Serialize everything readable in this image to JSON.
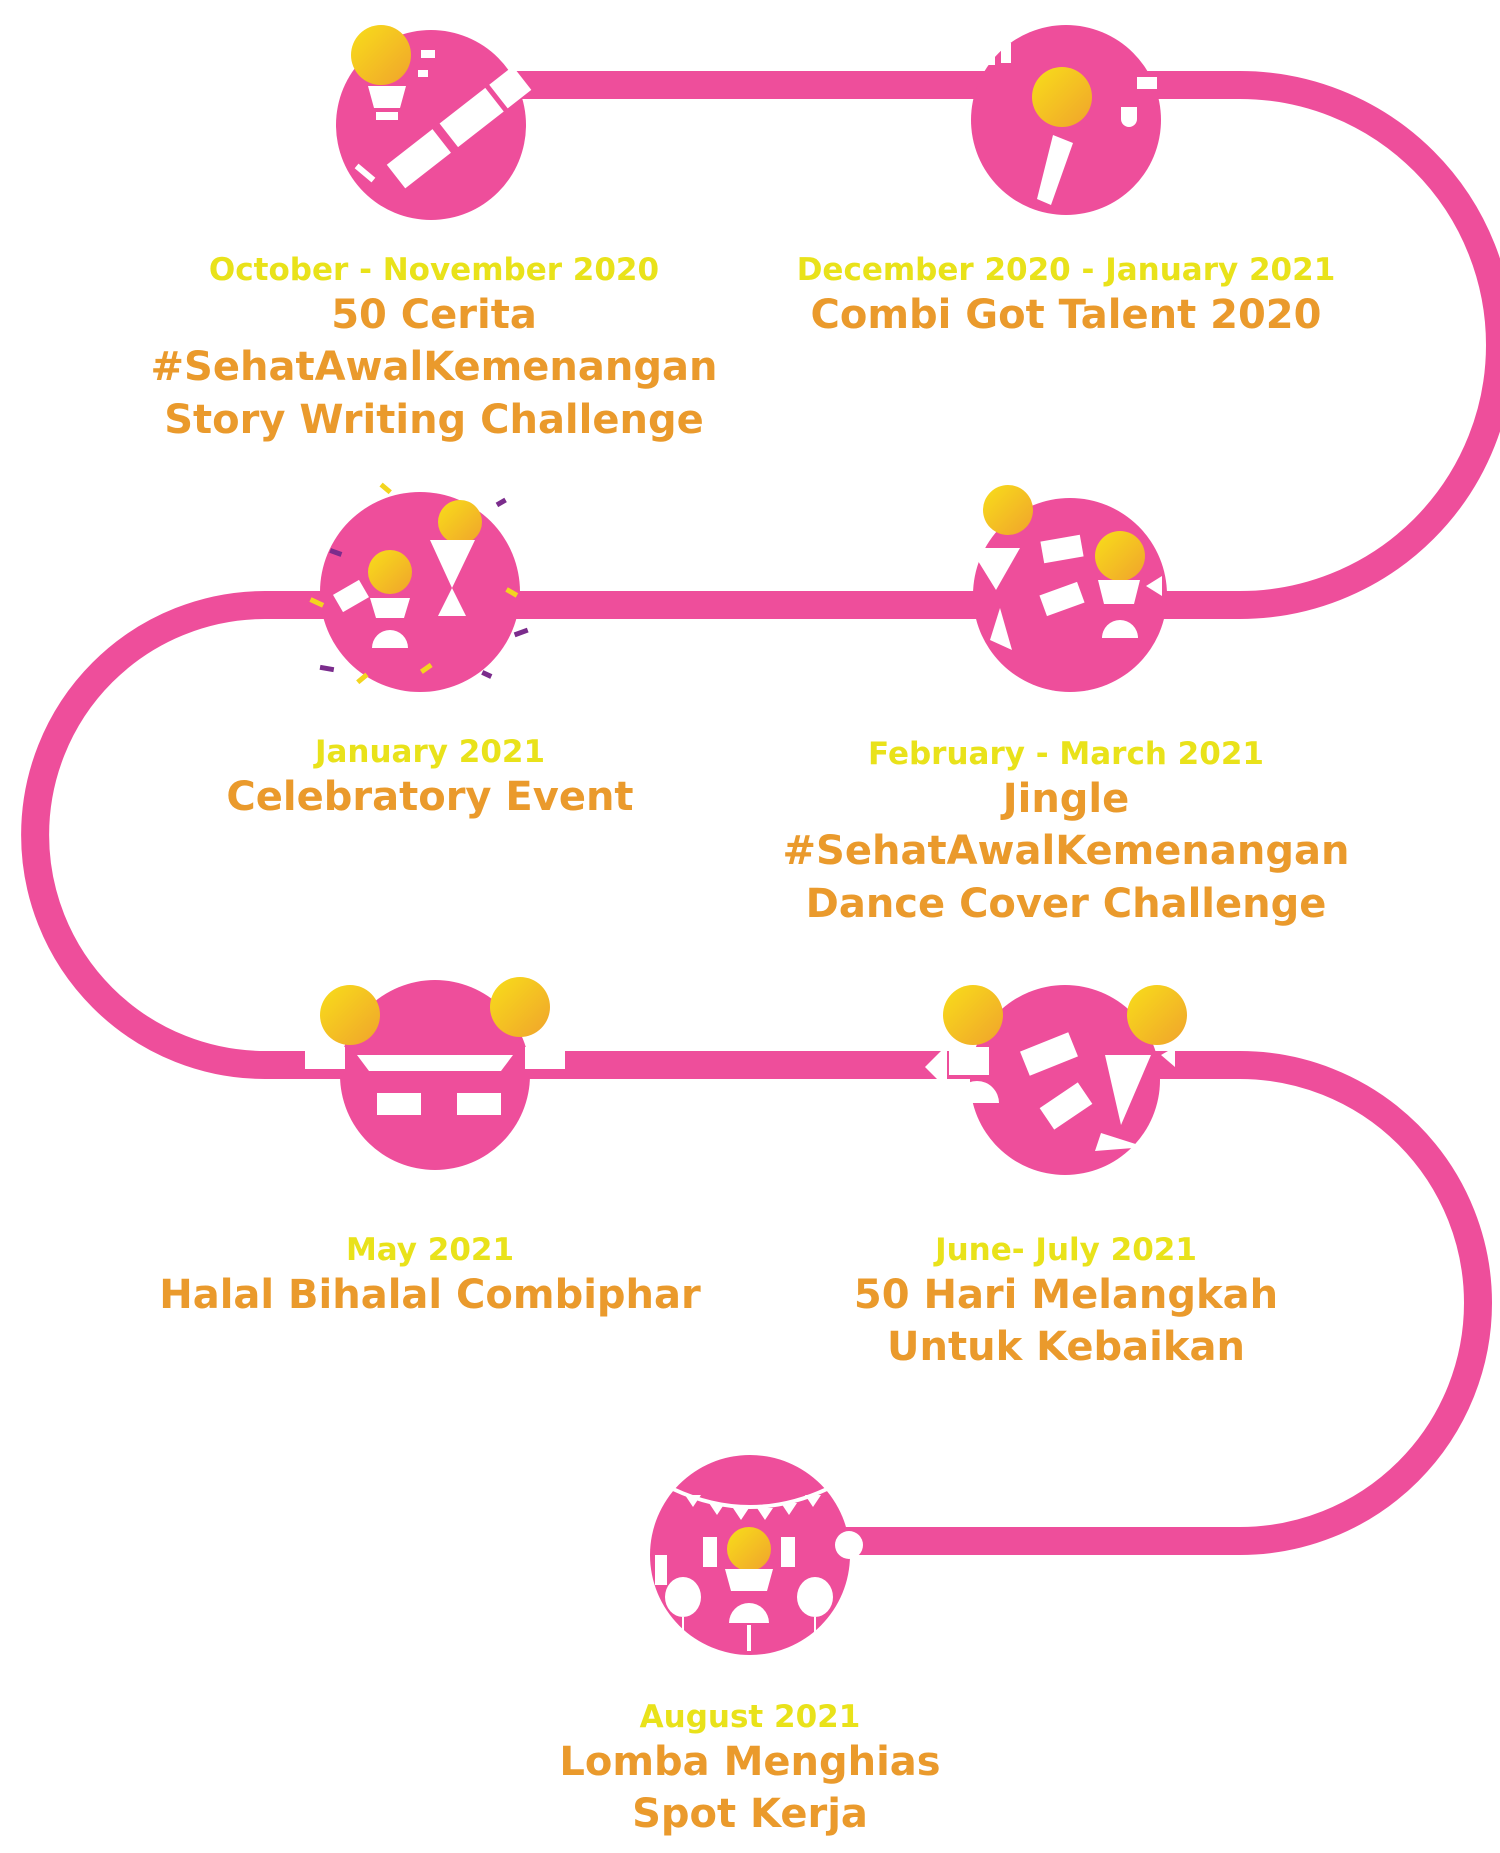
{
  "colors": {
    "pink": "#EE4E9B",
    "date_yellow": "#E9E21A",
    "title_orange": "#EA9A2C",
    "sun_light": "#F8DE1A",
    "sun_dark": "#F0A32C",
    "white": "#FFFFFF",
    "confetti_purple": "#7B2C8C",
    "confetti_yellow": "#F3D51F"
  },
  "milestones": [
    {
      "date": "October - November 2020",
      "title_lines": [
        "50 Cerita #SehatAwalKemenangan",
        "Story Writing Challenge"
      ],
      "icon": "story-writing-icon"
    },
    {
      "date": "December 2020 - January 2021",
      "title_lines": [
        "Combi Got Talent 2020"
      ],
      "icon": "talent-show-icon"
    },
    {
      "date": "January 2021",
      "title_lines": [
        "Celebratory Event"
      ],
      "icon": "celebration-confetti-icon"
    },
    {
      "date": "February - March 2021",
      "title_lines": [
        "Jingle #SehatAwalKemenangan",
        "Dance Cover Challenge"
      ],
      "icon": "dance-cover-icon"
    },
    {
      "date": "May 2021",
      "title_lines": [
        "Halal Bihalal Combiphar"
      ],
      "icon": "halal-bihalal-icon"
    },
    {
      "date": "June- July 2021",
      "title_lines": [
        "50 Hari Melangkah",
        "Untuk Kebaikan"
      ],
      "icon": "walking-steps-icon"
    },
    {
      "date": "August 2021",
      "title_lines": [
        "Lomba Menghias",
        "Spot Kerja"
      ],
      "icon": "decorated-workspace-icon"
    }
  ]
}
